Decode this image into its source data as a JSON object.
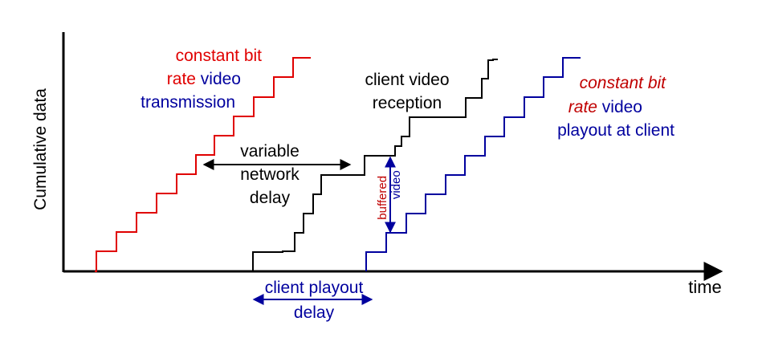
{
  "colors": {
    "red": "#e00000",
    "dark_red": "#c00000",
    "blue": "#00009e",
    "black": "#000000"
  },
  "axes": {
    "ylabel": "Cumulative data",
    "xlabel": "time"
  },
  "labels": {
    "transmission": {
      "l1": "constant bit",
      "l2a": "rate",
      "l2b": " video",
      "l3": "transmission"
    },
    "reception": {
      "l1": "client video",
      "l2": "reception"
    },
    "network_delay": {
      "l1": "variable",
      "l2": "network",
      "l3": "delay"
    },
    "playout": {
      "l1": "constant bit",
      "l2a": "rate",
      "l2b": " video",
      "l3": "playout at client"
    },
    "buffered": {
      "a": "buffered",
      "b": " video"
    },
    "playout_delay": {
      "l1": "client playout",
      "l2": "delay"
    }
  }
}
